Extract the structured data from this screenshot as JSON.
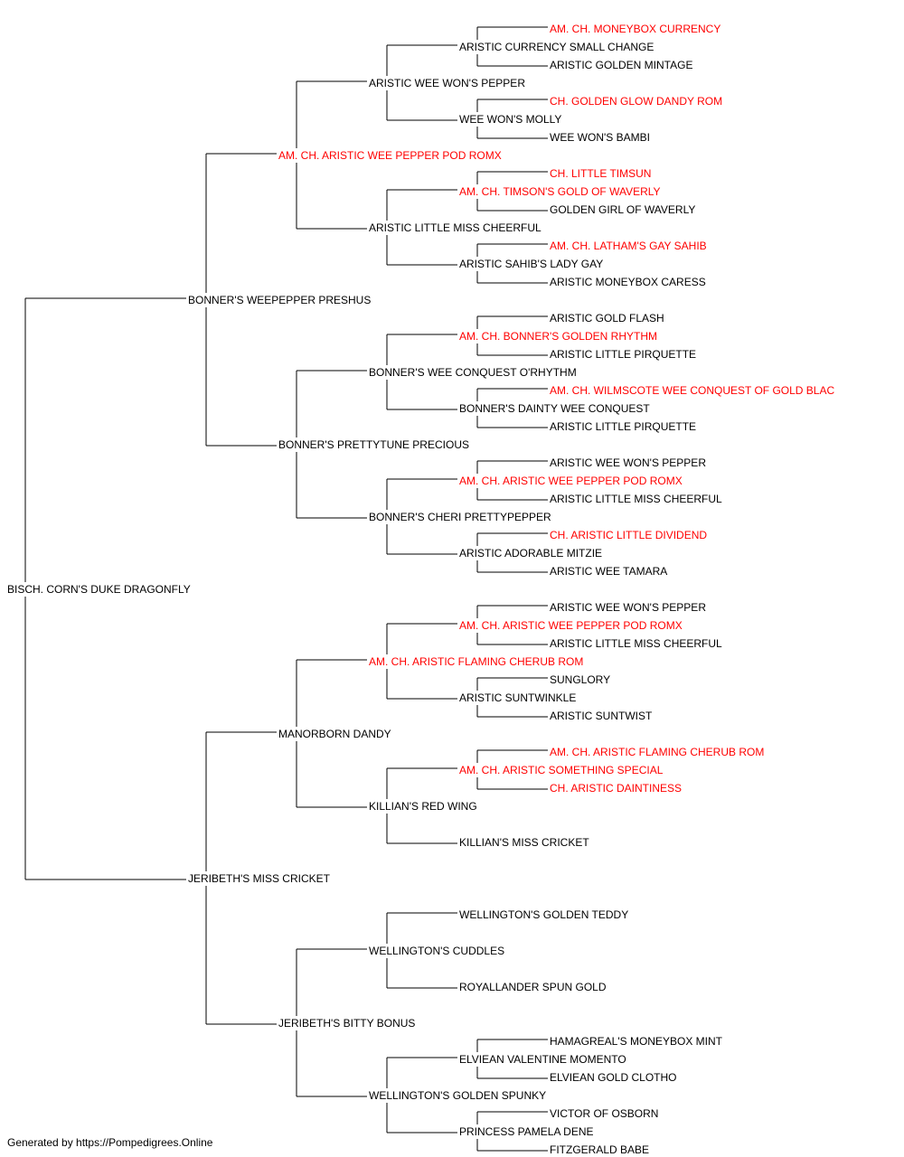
{
  "colors": {
    "champion": "#ff0000",
    "regular": "#000000",
    "line": "#000000"
  },
  "pedigree": {
    "name": "BISCH. CORN'S DUKE DRAGONFLY",
    "champion": false,
    "sire": {
      "name": "BONNER'S WEEPEPPER PRESHUS",
      "champion": false,
      "sire": {
        "name": "AM. CH. ARISTIC WEE PEPPER POD ROMX",
        "champion": true,
        "sire": {
          "name": "ARISTIC WEE WON'S PEPPER",
          "champion": false,
          "sire": {
            "name": "ARISTIC CURRENCY SMALL CHANGE",
            "champion": false,
            "sire": {
              "name": "AM. CH. MONEYBOX CURRENCY",
              "champion": true
            },
            "dam": {
              "name": "ARISTIC GOLDEN MINTAGE",
              "champion": false
            }
          },
          "dam": {
            "name": "WEE WON'S MOLLY",
            "champion": false,
            "sire": {
              "name": "CH. GOLDEN GLOW DANDY ROM",
              "champion": true
            },
            "dam": {
              "name": "WEE WON'S BAMBI",
              "champion": false
            }
          }
        },
        "dam": {
          "name": "ARISTIC LITTLE MISS CHEERFUL",
          "champion": false,
          "sire": {
            "name": "AM. CH. TIMSON'S GOLD OF WAVERLY",
            "champion": true,
            "sire": {
              "name": "CH. LITTLE TIMSUN",
              "champion": true
            },
            "dam": {
              "name": "GOLDEN GIRL OF WAVERLY",
              "champion": false
            }
          },
          "dam": {
            "name": "ARISTIC SAHIB'S LADY GAY",
            "champion": false,
            "sire": {
              "name": "AM. CH. LATHAM'S GAY SAHIB",
              "champion": true
            },
            "dam": {
              "name": "ARISTIC MONEYBOX CARESS",
              "champion": false
            }
          }
        }
      },
      "dam": {
        "name": "BONNER'S PRETTYTUNE PRECIOUS",
        "champion": false,
        "sire": {
          "name": "BONNER'S WEE CONQUEST O'RHYTHM",
          "champion": false,
          "sire": {
            "name": "AM. CH. BONNER'S GOLDEN RHYTHM",
            "champion": true,
            "sire": {
              "name": "ARISTIC GOLD FLASH",
              "champion": false
            },
            "dam": {
              "name": "ARISTIC LITTLE PIRQUETTE",
              "champion": false
            }
          },
          "dam": {
            "name": "BONNER'S DAINTY WEE CONQUEST",
            "champion": false,
            "sire": {
              "name": "AM. CH. WILMSCOTE WEE CONQUEST OF GOLD BLAC",
              "champion": true
            },
            "dam": {
              "name": "ARISTIC LITTLE PIRQUETTE",
              "champion": false
            }
          }
        },
        "dam": {
          "name": "BONNER'S CHERI PRETTYPEPPER",
          "champion": false,
          "sire": {
            "name": "AM. CH. ARISTIC WEE PEPPER POD ROMX",
            "champion": true,
            "sire": {
              "name": "ARISTIC WEE WON'S PEPPER",
              "champion": false
            },
            "dam": {
              "name": "ARISTIC LITTLE MISS CHEERFUL",
              "champion": false
            }
          },
          "dam": {
            "name": "ARISTIC ADORABLE MITZIE",
            "champion": false,
            "sire": {
              "name": "CH. ARISTIC LITTLE DIVIDEND",
              "champion": true
            },
            "dam": {
              "name": "ARISTIC WEE TAMARA",
              "champion": false
            }
          }
        }
      }
    },
    "dam": {
      "name": "JERIBETH'S MISS CRICKET",
      "champion": false,
      "sire": {
        "name": "MANORBORN DANDY",
        "champion": false,
        "sire": {
          "name": "AM. CH. ARISTIC FLAMING CHERUB ROM",
          "champion": true,
          "sire": {
            "name": "AM. CH. ARISTIC WEE PEPPER POD ROMX",
            "champion": true,
            "sire": {
              "name": "ARISTIC WEE WON'S PEPPER",
              "champion": false
            },
            "dam": {
              "name": "ARISTIC LITTLE MISS CHEERFUL",
              "champion": false
            }
          },
          "dam": {
            "name": "ARISTIC SUNTWINKLE",
            "champion": false,
            "sire": {
              "name": "SUNGLORY",
              "champion": false
            },
            "dam": {
              "name": "ARISTIC SUNTWIST",
              "champion": false
            }
          }
        },
        "dam": {
          "name": "KILLIAN'S RED WING",
          "champion": false,
          "sire": {
            "name": "AM. CH. ARISTIC SOMETHING SPECIAL",
            "champion": true,
            "sire": {
              "name": "AM. CH. ARISTIC FLAMING CHERUB ROM",
              "champion": true
            },
            "dam": {
              "name": "CH. ARISTIC DAINTINESS",
              "champion": true
            }
          },
          "dam": {
            "name": "KILLIAN'S MISS CRICKET",
            "champion": false
          }
        }
      },
      "dam": {
        "name": "JERIBETH'S BITTY BONUS",
        "champion": false,
        "sire": {
          "name": "WELLINGTON'S CUDDLES",
          "champion": false,
          "sire": {
            "name": "WELLINGTON'S GOLDEN TEDDY",
            "champion": false
          },
          "dam": {
            "name": "ROYALLANDER SPUN GOLD",
            "champion": false
          }
        },
        "dam": {
          "name": "WELLINGTON'S GOLDEN SPUNKY",
          "champion": false,
          "sire": {
            "name": "ELVIEAN VALENTINE MOMENTO",
            "champion": false,
            "sire": {
              "name": "HAMAGREAL'S MONEYBOX MINT",
              "champion": false
            },
            "dam": {
              "name": "ELVIEAN GOLD CLOTHO",
              "champion": false
            }
          },
          "dam": {
            "name": "PRINCESS PAMELA DENE",
            "champion": false,
            "sire": {
              "name": "VICTOR OF OSBORN",
              "champion": false
            },
            "dam": {
              "name": "FITZGERALD BABE",
              "champion": false
            }
          }
        }
      }
    }
  },
  "footer": {
    "text": "Generated by https://Pompedigrees.Online"
  }
}
